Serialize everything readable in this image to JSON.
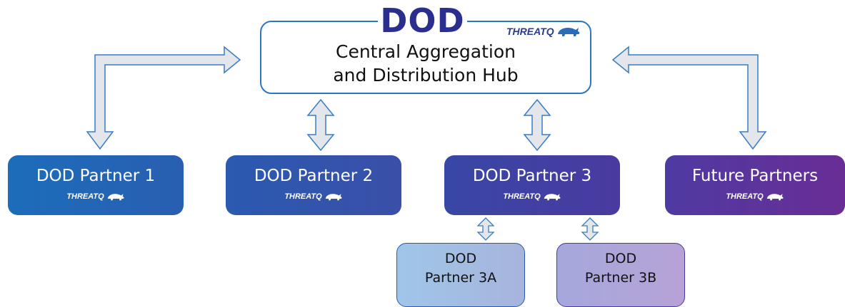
{
  "hub": {
    "title": "DOD",
    "line1": "Central Aggregation",
    "line2": "and Distribution Hub",
    "brand": "THREATQ"
  },
  "partners": [
    {
      "name": "DOD Partner 1",
      "brand": "THREATQ"
    },
    {
      "name": "DOD Partner 2",
      "brand": "THREATQ"
    },
    {
      "name": "DOD Partner 3",
      "brand": "THREATQ"
    },
    {
      "name": "Future Partners",
      "brand": "THREATQ"
    }
  ],
  "subpartners": [
    {
      "line1": "DOD",
      "line2": "Partner 3A"
    },
    {
      "line1": "DOD",
      "line2": "Partner 3B"
    }
  ],
  "colors": {
    "hub_border": "#2b76c0",
    "title": "#2a2f8f",
    "arrow_fill": "#e3e6ea",
    "arrow_stroke": "#3a7cc3"
  }
}
